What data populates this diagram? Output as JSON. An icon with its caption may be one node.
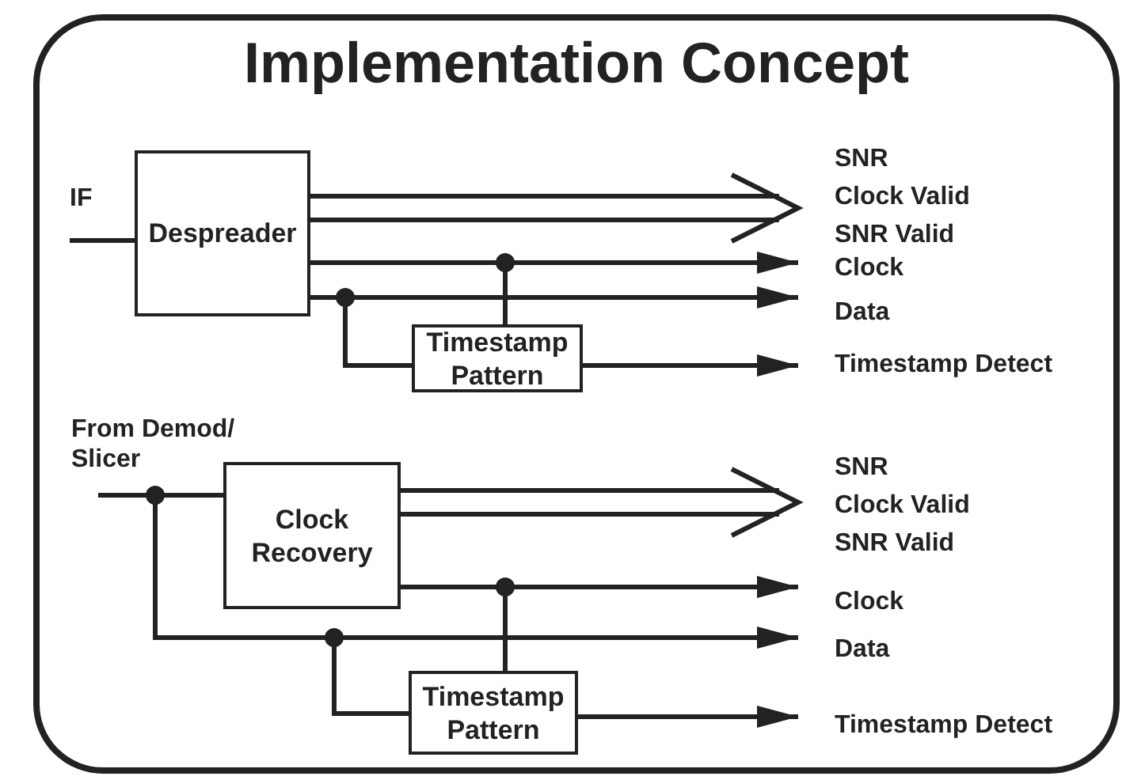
{
  "diagram": {
    "title": "Implementation Concept",
    "nodes": [
      {
        "text": [
          "IF"
        ]
      },
      {
        "text": [
          "Despreader"
        ]
      },
      {
        "text": [
          "SNR",
          "Clock Valid",
          "SNR Valid"
        ]
      },
      {
        "text": [
          "Clock"
        ]
      },
      {
        "text": [
          "Data"
        ]
      },
      {
        "text": [
          "Timestamp Pattern"
        ]
      },
      {
        "text": [
          "Timestamp Detect"
        ]
      },
      {
        "text": [
          "From Demod/ Slicer"
        ]
      },
      {
        "text": [
          "Clock Recovery"
        ]
      },
      {
        "text": [
          "SNR",
          "Clock Valid",
          "SNR Valid"
        ]
      },
      {
        "text": [
          "Clock"
        ]
      },
      {
        "text": [
          "Data"
        ]
      },
      {
        "text": [
          "Timestamp Pattern"
        ]
      },
      {
        "text": [
          "Timestamp Detect"
        ]
      }
    ],
    "edges": [
      {
        "from": 0,
        "to": 1,
        "arrow": "none"
      },
      {
        "from": 1,
        "to": 2,
        "arrow": "to"
      },
      {
        "from": 1,
        "to": 3,
        "arrow": "to"
      },
      {
        "from": 1,
        "to": 4,
        "arrow": "to"
      },
      {
        "from": 1,
        "to": 5,
        "arrow": "none"
      },
      {
        "from": 1,
        "to": 5,
        "arrow": "none"
      },
      {
        "from": 5,
        "to": 6,
        "arrow": "to"
      },
      {
        "from": 7,
        "to": 8,
        "arrow": "none"
      },
      {
        "from": 7,
        "to": 11,
        "arrow": "to"
      },
      {
        "from": 8,
        "to": 9,
        "arrow": "to"
      },
      {
        "from": 8,
        "to": 10,
        "arrow": "to"
      },
      {
        "from": 7,
        "to": 12,
        "arrow": "none"
      },
      {
        "from": 8,
        "to": 12,
        "arrow": "none"
      },
      {
        "from": 12,
        "to": 13,
        "arrow": "to"
      }
    ]
  }
}
